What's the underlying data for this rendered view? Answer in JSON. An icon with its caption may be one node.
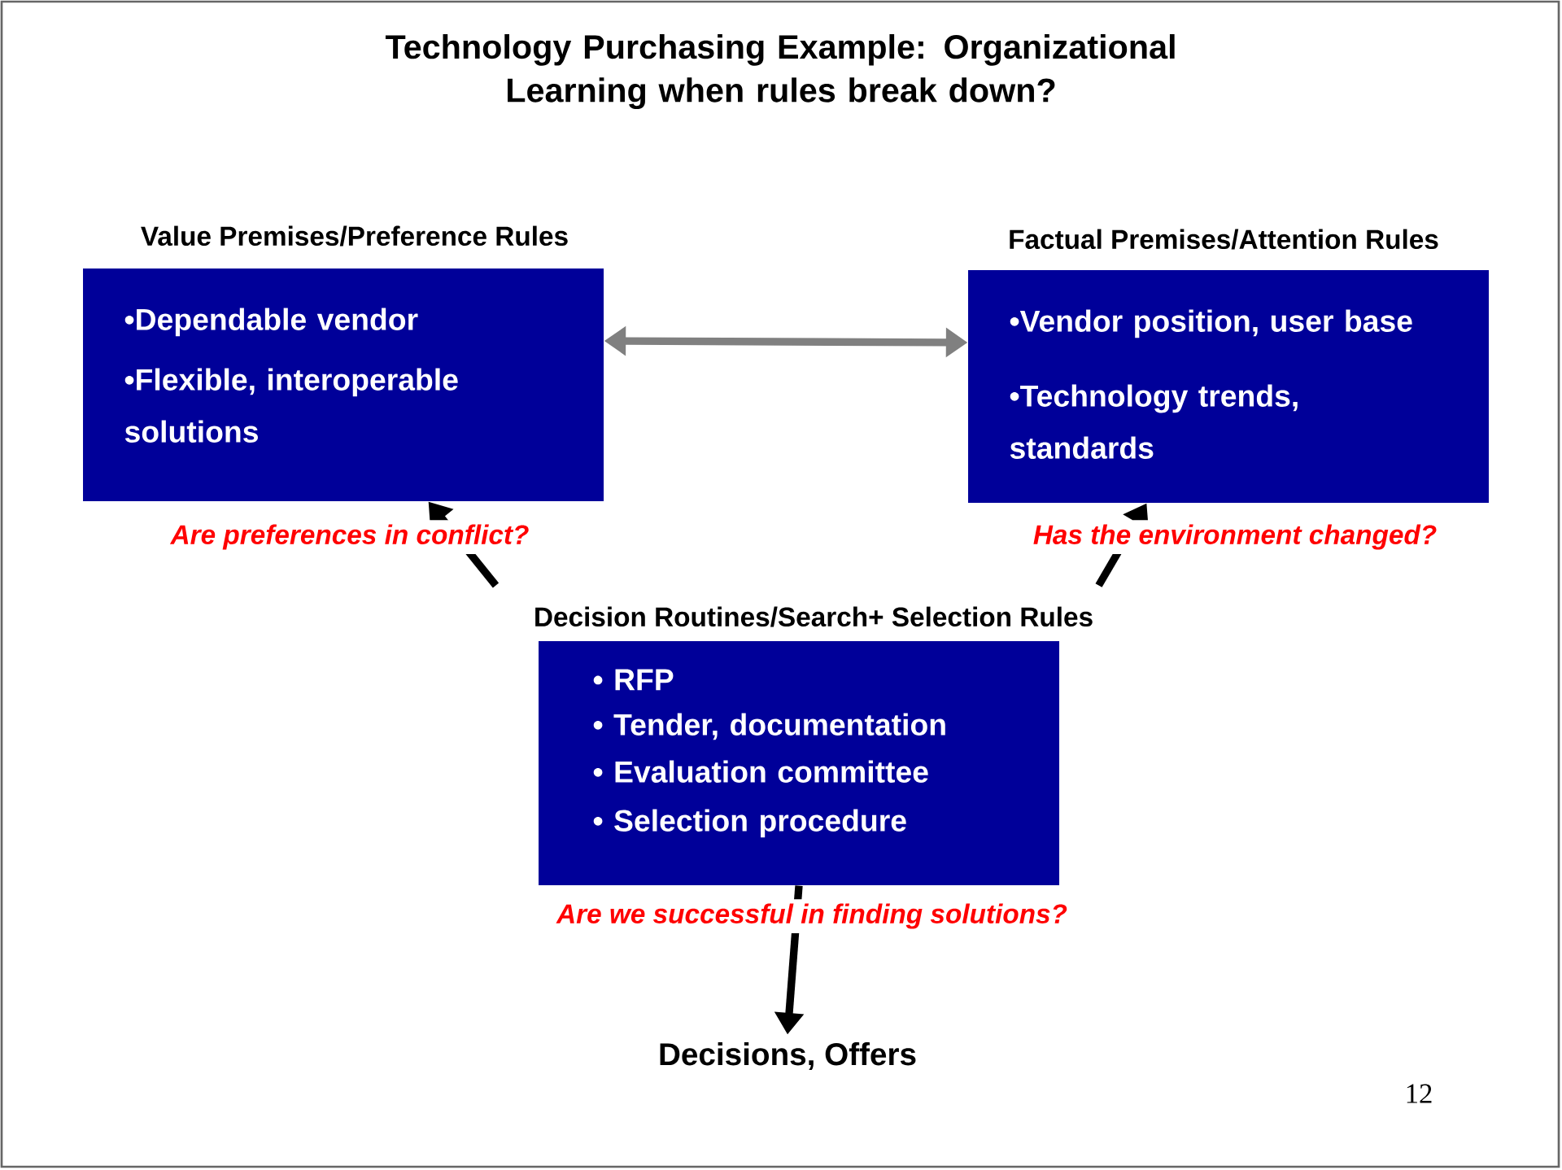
{
  "diagram": {
    "title": "Technology Purchasing Example: Organizational Learning when rules break down?",
    "nodes": [
      {
        "text": [
          "Value Premises/Preference Rules",
          "•Dependable vendor",
          "•Flexible, interoperable solutions"
        ]
      },
      {
        "text": [
          "Factual Premises/Attention Rules",
          "•Vendor position, user base",
          "•Technology trends, standards"
        ]
      },
      {
        "text": [
          "Decision Routines/Search+ Selection Rules",
          "• RFP",
          "• Tender, documentation",
          "• Evaluation committee",
          "• Selection procedure"
        ]
      },
      {
        "text": [
          "Decisions, Offers"
        ]
      }
    ],
    "edges": [
      {
        "from": 0,
        "to": 1,
        "arrow": "both",
        "color": "#808080"
      },
      {
        "from": 2,
        "to": 0,
        "arrow": "to",
        "label": "Are preferences in conflict?"
      },
      {
        "from": 2,
        "to": 1,
        "arrow": "to",
        "label": "Has the environment changed?"
      },
      {
        "from": 2,
        "to": 3,
        "arrow": "to",
        "label": "Are we successful in finding solutions?"
      }
    ],
    "labels": [
      "12"
    ]
  }
}
